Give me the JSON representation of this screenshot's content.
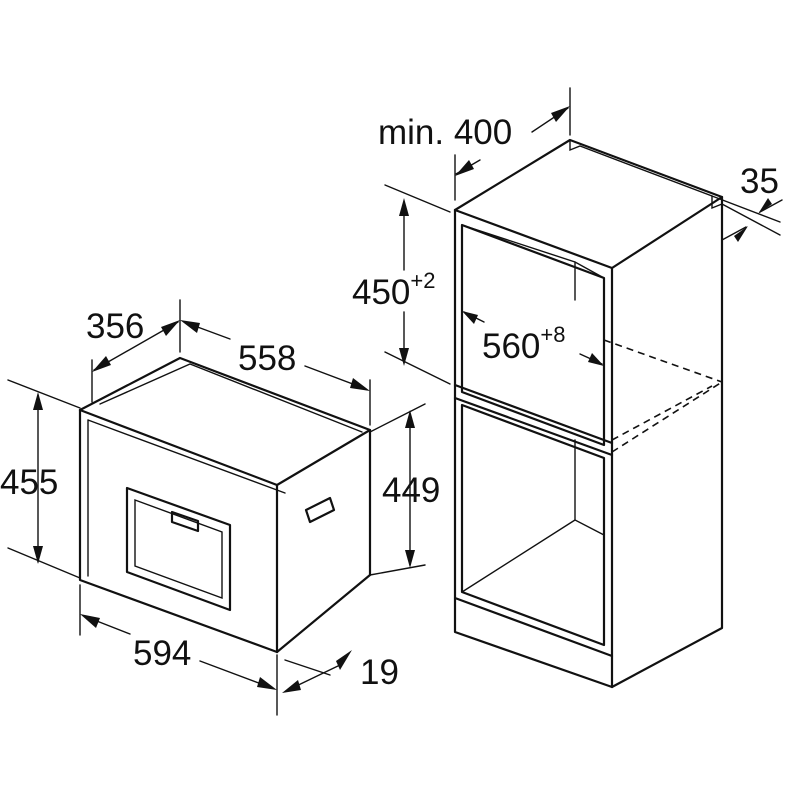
{
  "appliance": {
    "width_label": "594",
    "height_label": "455",
    "depth_label": "356",
    "top_depth_label": "558",
    "side_height_label": "449",
    "front_panel_label": "19"
  },
  "cabinet": {
    "min_depth_label": "min. 400",
    "niche_height_label": "450",
    "niche_height_tolerance": "+2",
    "niche_width_label": "560",
    "niche_width_tolerance": "+8",
    "back_gap_label": "35"
  }
}
